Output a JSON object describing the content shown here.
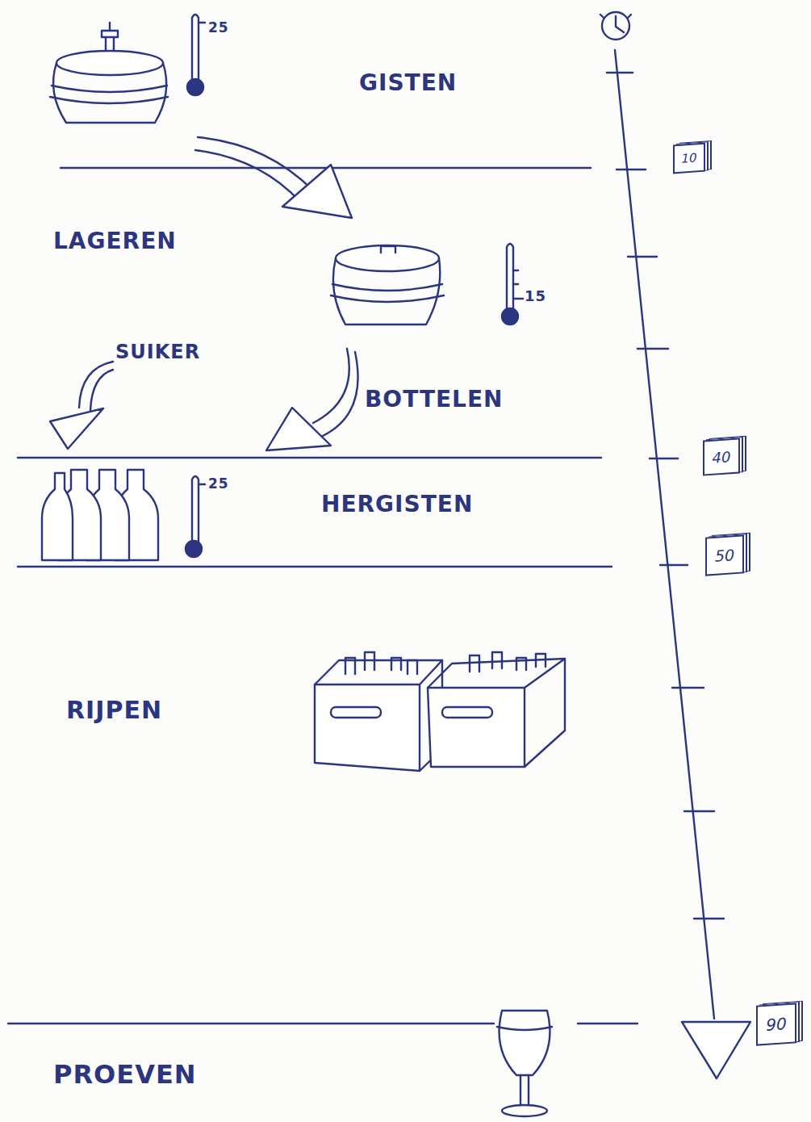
{
  "diagram": {
    "nodes": [
      {
        "text": [
          "10"
        ]
      },
      {
        "text": [
          "40"
        ]
      },
      {
        "text": [
          "50"
        ]
      },
      {
        "text": [
          "90"
        ]
      }
    ],
    "labels": [
      "25",
      "GISTEN",
      "LAGEREN",
      "15",
      "SUIKER",
      "BOTTELEN",
      "25",
      "HERGISTEN",
      "RIJPEN",
      "PROEVEN"
    ]
  }
}
